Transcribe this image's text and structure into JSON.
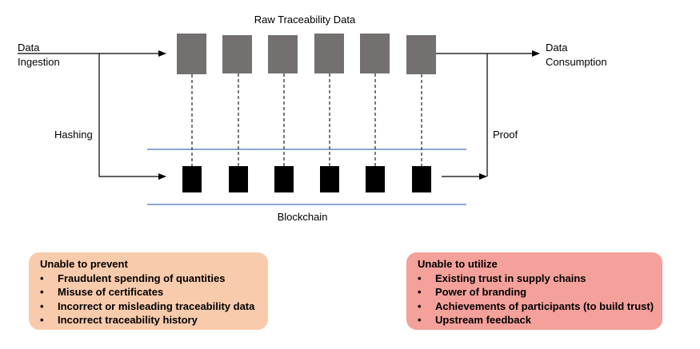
{
  "diagram": {
    "top_label": "Raw Traceability Data",
    "left_label": [
      "Data",
      "Ingestion"
    ],
    "right_label": [
      "Data",
      "Consumption"
    ],
    "hashing_label": "Hashing",
    "proof_label": "Proof",
    "blockchain_label": "Blockchain",
    "data_block_count": 6,
    "chain_block_count": 6,
    "colors": {
      "data_block": "#747070",
      "chain_block": "#000000",
      "chain_rail": "#4472c4",
      "dashed_link": "#404040"
    }
  },
  "prevent_box": {
    "title": "Unable to prevent",
    "items": [
      "Fraudulent spending of quantities",
      "Misuse of certificates",
      "Incorrect or misleading traceability data",
      "Incorrect traceability history"
    ],
    "color": "#f8cbad"
  },
  "utilize_box": {
    "title": "Unable to utilize",
    "items": [
      "Existing trust in supply chains",
      "Power of branding",
      "Achievements of participants (to build trust)",
      "Upstream feedback"
    ],
    "color": "#f4a09b"
  }
}
